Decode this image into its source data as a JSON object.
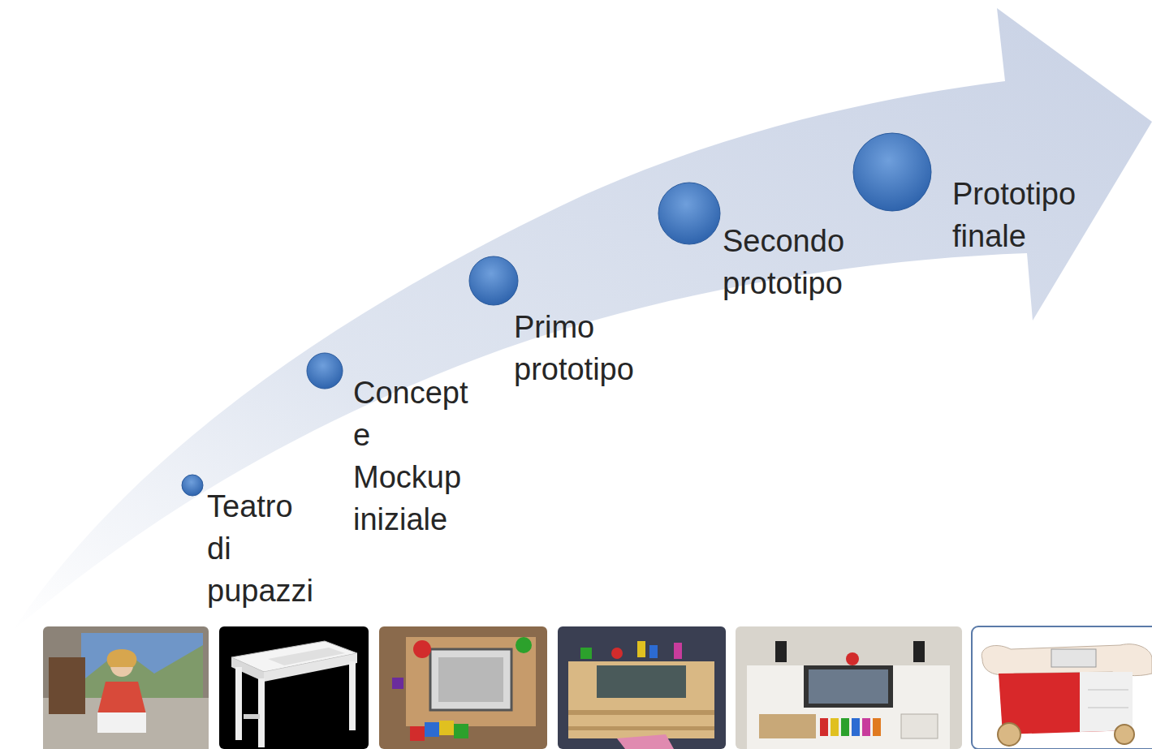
{
  "diagram": {
    "nodes": [
      {
        "text": [
          "Teatro di pupazzi"
        ]
      },
      {
        "text": [
          "Concept e Mockup iniziale"
        ]
      },
      {
        "text": [
          "Primo prototipo"
        ]
      },
      {
        "text": [
          "Secondo prototipo"
        ]
      },
      {
        "text": [
          "Prototipo finale"
        ]
      }
    ]
  }
}
